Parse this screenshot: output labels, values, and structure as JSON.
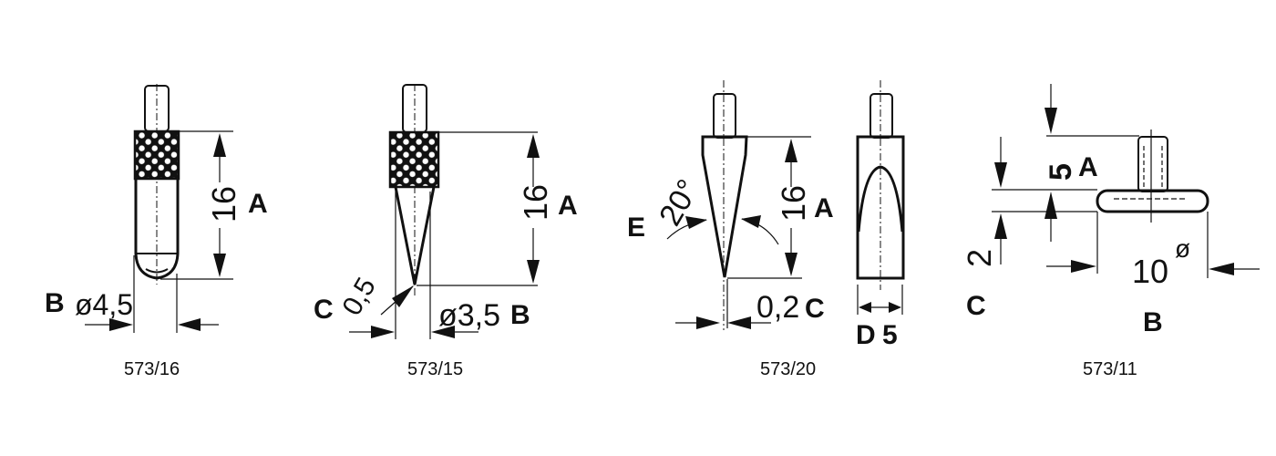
{
  "figures": [
    {
      "id": "573/16",
      "caption": "573/16",
      "labels": {
        "A": "A",
        "B": "B"
      },
      "dimensions": {
        "length": "16",
        "diameter": "ø4,5"
      }
    },
    {
      "id": "573/15",
      "caption": "573/15",
      "labels": {
        "A": "A",
        "B": "B",
        "C": "C"
      },
      "dimensions": {
        "length": "16",
        "diameter": "ø3,5",
        "tip_radius": "0,5"
      }
    },
    {
      "id": "573/20",
      "caption": "573/20",
      "labels": {
        "A": "A",
        "C": "C",
        "D": "D",
        "E": "E"
      },
      "dimensions": {
        "length": "16",
        "angle": "20°",
        "tip_width": "0,2",
        "thickness": "5"
      }
    },
    {
      "id": "573/11",
      "caption": "573/11",
      "labels": {
        "A": "A",
        "B": "B",
        "C": "C"
      },
      "dimensions": {
        "pin_length": "5",
        "disc_thickness": "2",
        "diameter": "10",
        "diameter_symbol": "ø"
      }
    }
  ]
}
